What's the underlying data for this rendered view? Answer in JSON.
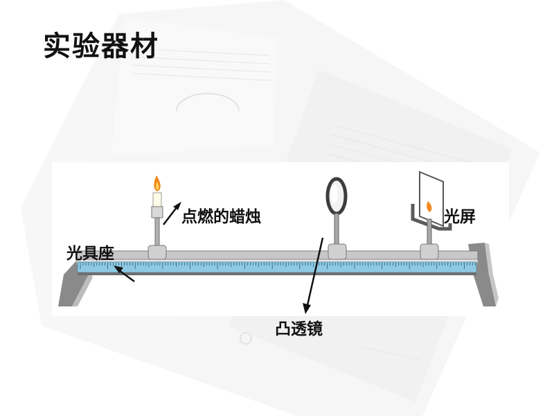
{
  "slide": {
    "title": "实验器材"
  },
  "labels": {
    "candle": "点燃的蜡烛",
    "screen": "光屏",
    "optical_bench": "光具座",
    "convex_lens": "凸透镜"
  },
  "colors": {
    "rail_blue": "#8ec9e3",
    "rail_gray": "#9a9a9a",
    "flame": "#f08a1c",
    "lens": "#d9e3ea"
  }
}
